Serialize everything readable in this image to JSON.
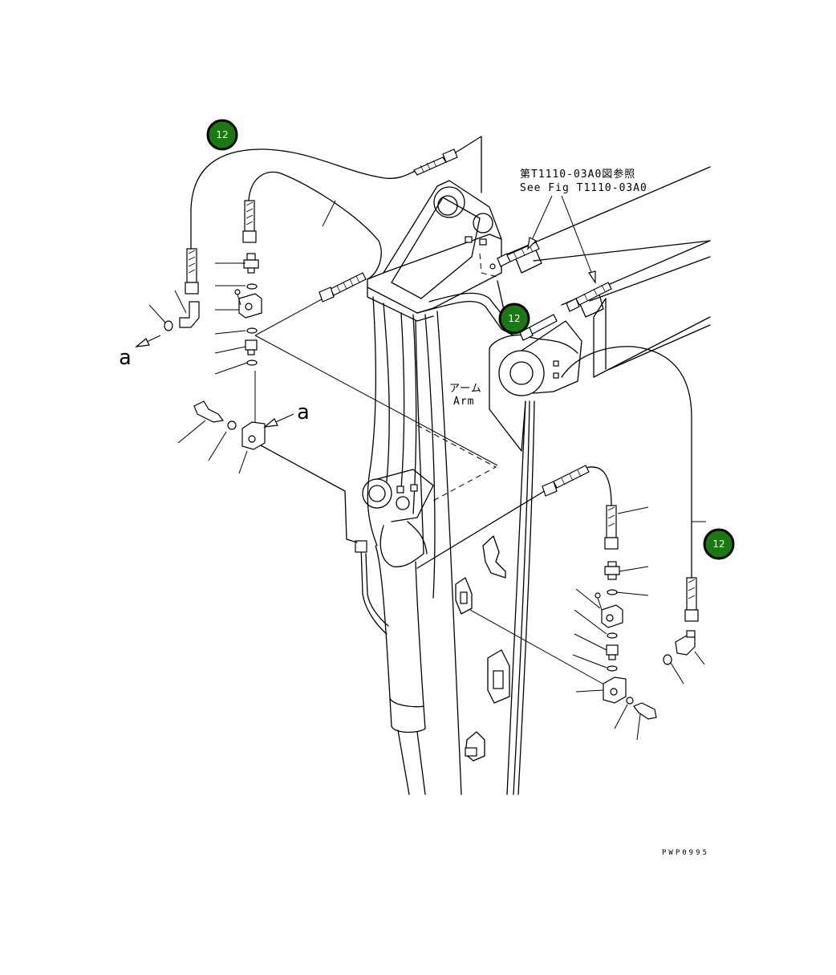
{
  "diagram": {
    "reference_note": {
      "japanese": "第T1110-03A0図参照",
      "english": "See Fig T1110-03A0"
    },
    "part_label": {
      "japanese": "アーム",
      "english": "Arm"
    },
    "view_letters": [
      "a",
      "a"
    ],
    "badges": [
      {
        "number": "12",
        "color": "#1a7a12"
      },
      {
        "number": "12",
        "color": "#1a7a12"
      },
      {
        "number": "12",
        "color": "#1a7a12"
      }
    ],
    "drawing_code": "PWP0995"
  }
}
